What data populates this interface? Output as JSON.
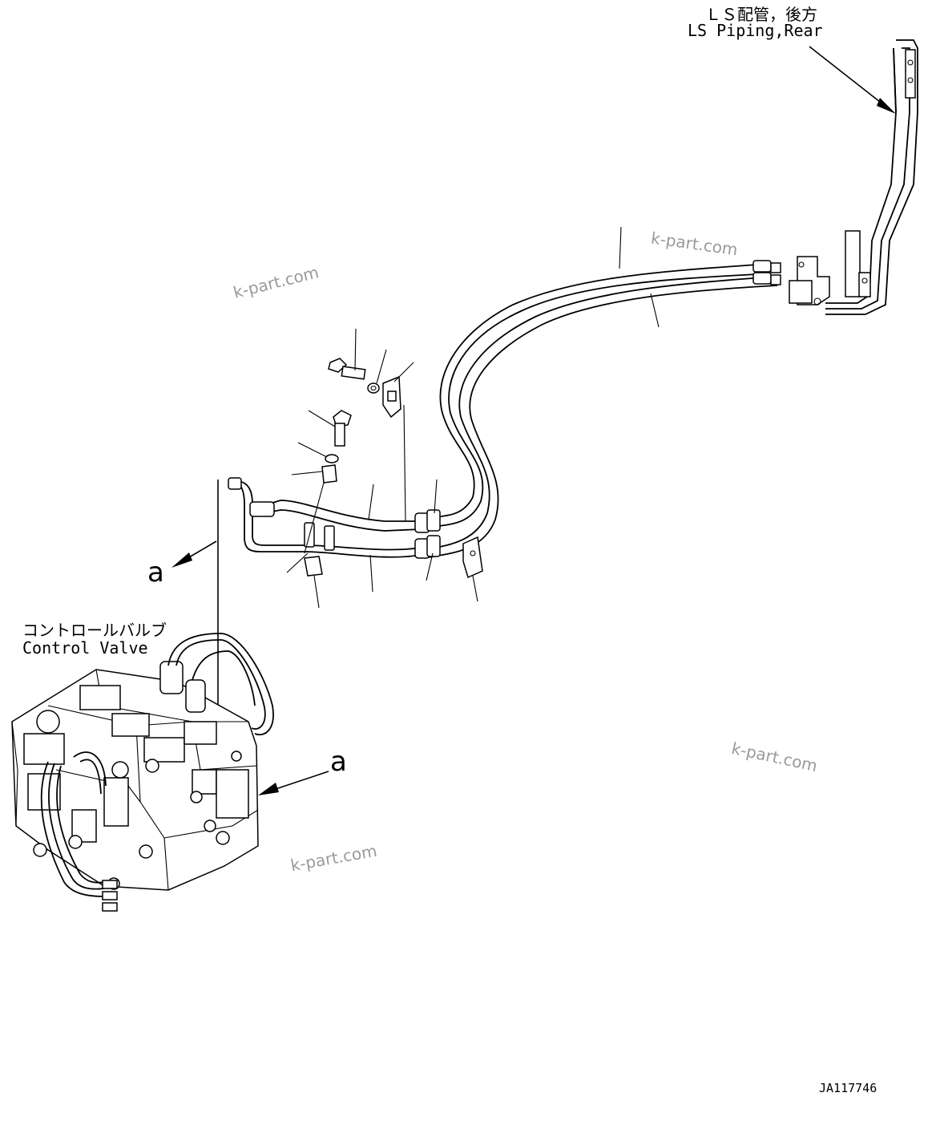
{
  "labels": {
    "ls_piping_jp": "ＬＳ配管，後方",
    "ls_piping_en": "LS Piping,Rear",
    "control_valve_jp": "コントロールバルブ",
    "control_valve_en": "Control Valve",
    "view_marker_left": "a",
    "view_marker_right": "a",
    "drawing_code": "JA117746"
  },
  "watermarks": [
    "k-part.com",
    "k-part.com",
    "k-part.com",
    "k-part.com"
  ]
}
